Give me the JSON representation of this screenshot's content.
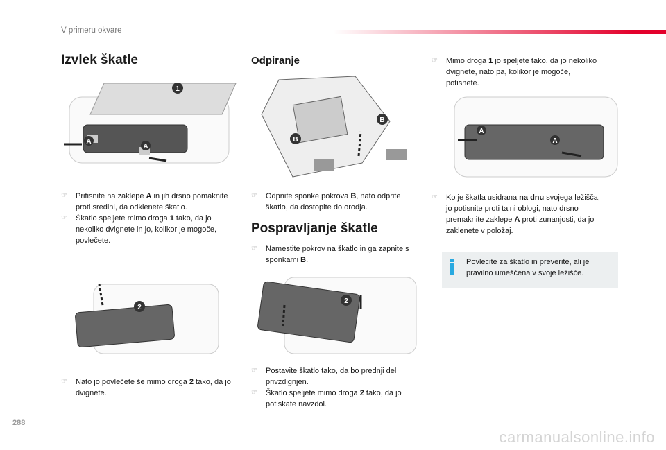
{
  "header": {
    "section": "V primeru okvare"
  },
  "page_number": "288",
  "watermark": "carmanualsonline.info",
  "col1": {
    "title": "Izvlek škatle",
    "bullets_top": [
      [
        {
          "t": "Pritisnite na zaklepe "
        },
        {
          "t": "A",
          "b": true
        },
        {
          "t": " in jih drsno pomaknite proti sredini, da odklenete škatlo."
        }
      ],
      [
        {
          "t": "Škatlo speljete mimo droga "
        },
        {
          "t": "1",
          "b": true
        },
        {
          "t": " tako, da jo nekoliko dvignete in jo, kolikor je mogoče, povlečete."
        }
      ]
    ],
    "bullets_bottom": [
      [
        {
          "t": "Nato jo povlečete še mimo droga "
        },
        {
          "t": "2",
          "b": true
        },
        {
          "t": " tako, da jo dvignete."
        }
      ]
    ]
  },
  "col2": {
    "title": "Odpiranje",
    "bullets_top": [
      [
        {
          "t": "Odpnite sponke pokrova "
        },
        {
          "t": "B",
          "b": true
        },
        {
          "t": ", nato odprite škatlo, da dostopite do orodja."
        }
      ]
    ],
    "title2": "Pospravljanje škatle",
    "bullets_mid": [
      [
        {
          "t": "Namestite pokrov na škatlo in ga zapnite s sponkami "
        },
        {
          "t": "B",
          "b": true
        },
        {
          "t": "."
        }
      ]
    ],
    "bullets_bottom": [
      [
        {
          "t": "Postavite škatlo tako, da bo prednji del privzdignjen."
        }
      ],
      [
        {
          "t": "Škatlo speljete mimo droga "
        },
        {
          "t": "2",
          "b": true
        },
        {
          "t": " tako, da jo potiskate navzdol."
        }
      ]
    ]
  },
  "col3": {
    "bullets_top": [
      [
        {
          "t": "Mimo droga "
        },
        {
          "t": "1",
          "b": true
        },
        {
          "t": " jo speljete tako, da jo nekoliko dvignete, nato pa, kolikor je mogoče, potisnete."
        }
      ]
    ],
    "bullets_mid": [
      [
        {
          "t": "Ko je škatla usidrana "
        },
        {
          "t": "na dnu",
          "b": true
        },
        {
          "t": " svojega ležišča, jo potisnite proti talni oblogi, nato drsno premaknite zaklepe "
        },
        {
          "t": "A",
          "b": true
        },
        {
          "t": " proti zunanjosti, da jo zaklenete v položaj."
        }
      ]
    ],
    "info": "Povlecite za škatlo in preverite, ali je pravilno umeščena v svoje ležišče."
  },
  "labels": {
    "a": "A",
    "b": "B",
    "one": "1",
    "two": "2"
  },
  "bullet_symbol": "☞"
}
